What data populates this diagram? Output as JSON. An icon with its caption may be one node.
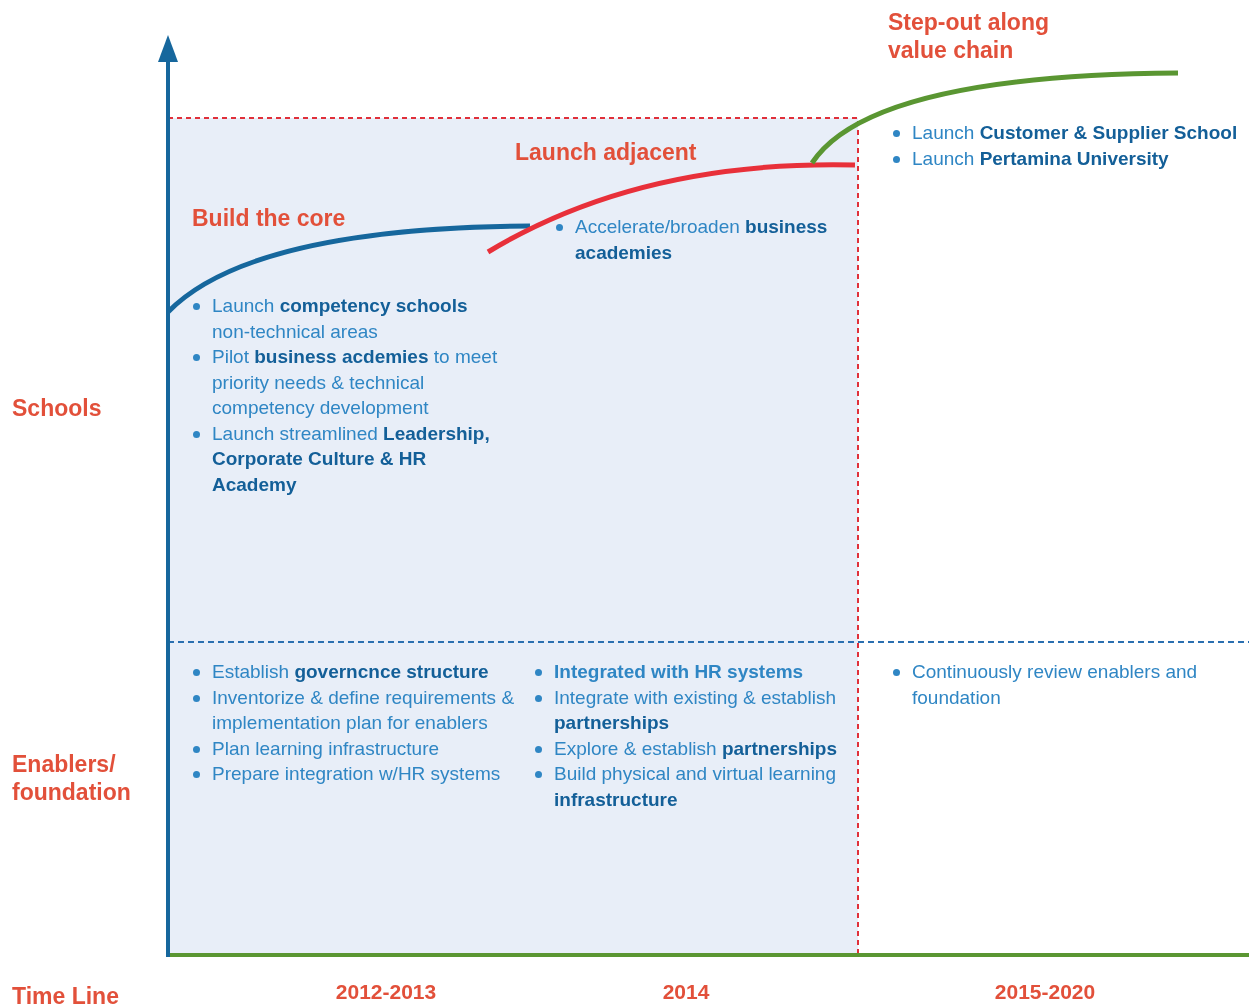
{
  "diagram": {
    "labels": [
      "Step-out along value chain",
      "Launch adjacent",
      "Build the core",
      "Launch **Customer & Supplier School**",
      "Launch **Pertamina University**",
      "Accelerate/broaden **business academies**",
      "Launch **competency schools** non-technical areas",
      "Pilot **business acdemies** to meet priority needs & technical competency development",
      "Launch streamlined **Leadership, Corporate Culture & HR Academy**",
      "Establish **governcnce structure**",
      "Inventorize & define requirements & implementation plan for enablers",
      "Plan learning infrastructure",
      "Prepare integration w/HR systems",
      "Integrated with HR systems",
      "Integrate with existing & establish **partnerships**",
      "Explore & establish **partnerships**",
      "Build physical and virtual learning **infrastructure**",
      "Continuously review enablers and foundation",
      "Schools",
      "Enablers/ foundation",
      "Time Line",
      "2012-2013",
      "2014",
      "2015-2020"
    ]
  }
}
